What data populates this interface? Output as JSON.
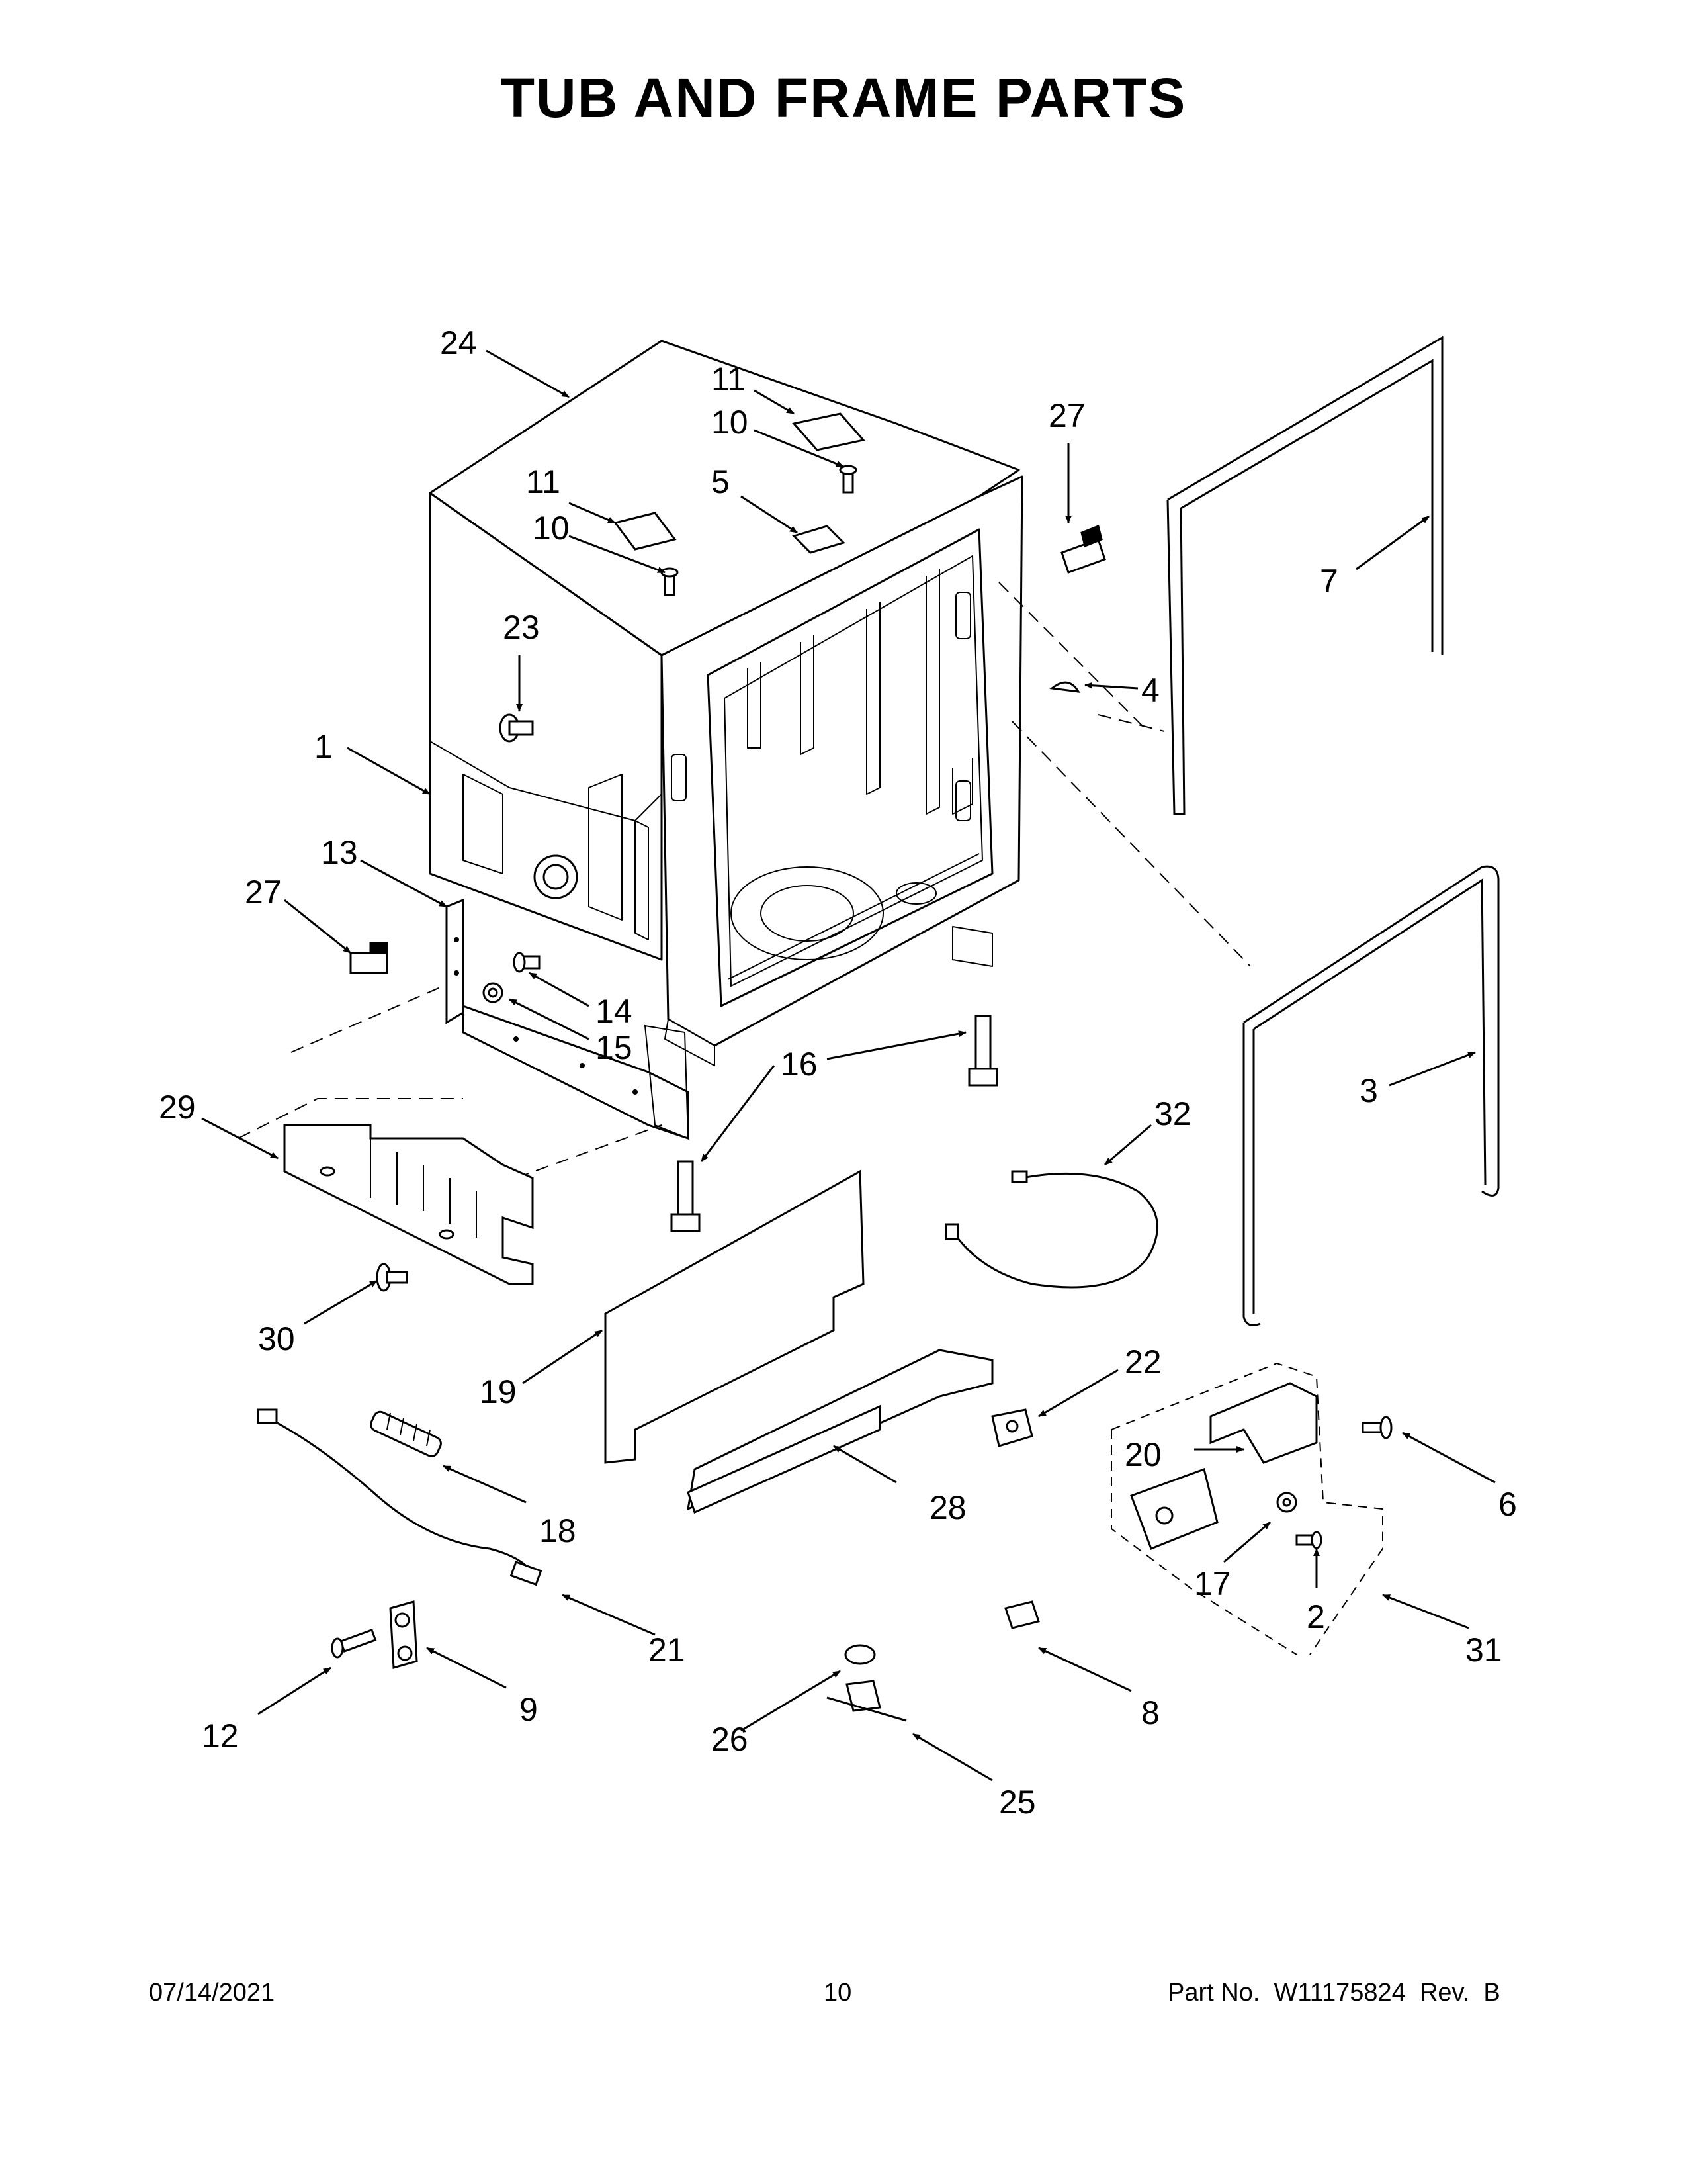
{
  "title": "TUB AND FRAME PARTS",
  "callouts": {
    "c1": "1",
    "c2": "2",
    "c3": "3",
    "c4": "4",
    "c5": "5",
    "c6": "6",
    "c7": "7",
    "c8": "8",
    "c9": "9",
    "c10": "10",
    "c11": "11",
    "c12": "12",
    "c13": "13",
    "c14": "14",
    "c15": "15",
    "c16": "16",
    "c17": "17",
    "c18": "18",
    "c19": "19",
    "c20": "20",
    "c21": "21",
    "c22": "22",
    "c23": "23",
    "c24": "24",
    "c25": "25",
    "c26": "26",
    "c27": "27",
    "c28": "28",
    "c29": "29",
    "c30": "30",
    "c31": "31",
    "c32": "32"
  },
  "footer": {
    "date": "07/14/2021",
    "page": "10",
    "part_label": "Part No.",
    "part_number": "W11175824",
    "rev_label": "Rev.",
    "rev": "B"
  }
}
